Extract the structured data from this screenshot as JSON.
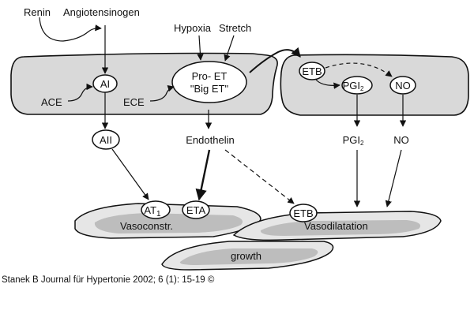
{
  "inputs": {
    "renin": "Renin",
    "angiotensinogen": "Angiotensinogen",
    "hypoxia": "Hypoxia",
    "stretch": "Stretch"
  },
  "cell1": {
    "ai": "AI",
    "ace": "ACE",
    "ece": "ECE",
    "pro_et_line1": "Pro- ET",
    "pro_et_line2": "\"Big ET\""
  },
  "cell2": {
    "etb": "ETB",
    "pgi2": "PGI",
    "pgi2_sub": "2",
    "no": "NO"
  },
  "mediators": {
    "aii": "AII",
    "endothelin": "Endothelin",
    "pgi2": "PGI",
    "pgi2_sub": "2",
    "no": "NO"
  },
  "smooth_muscle": {
    "at1": "AT",
    "at1_sub": "1",
    "eta": "ETA",
    "etb": "ETB",
    "vasoconstr": "Vasoconstr.",
    "vasodilatation": "Vasodilatation",
    "growth": "growth"
  },
  "citation": "Stanek B Journal für Hypertonie 2002; 6 (1): 15-19 ©",
  "colors": {
    "cell_fill": "#d9d9d9",
    "muscle_outer": "#e6e6e6",
    "muscle_inner": "#bdbdbd",
    "stroke": "#111111"
  }
}
